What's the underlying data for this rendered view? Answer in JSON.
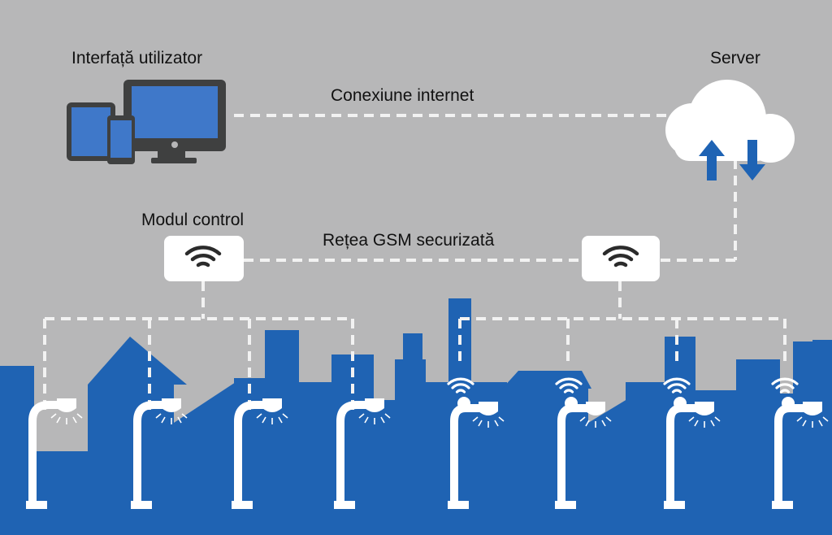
{
  "labels": {
    "user_interface": "Interfață utilizator",
    "server": "Server",
    "internet_connection": "Conexiune internet",
    "control_module": "Modul control",
    "gsm_network": "Rețea GSM securizată"
  },
  "colors": {
    "background": "#b7b7b8",
    "city_blue": "#1f63b3",
    "device_dark": "#3f4040",
    "screen_blue": "#3f78c9",
    "line_white": "#f2f2f2",
    "arrow_blue": "#1e63b4"
  },
  "icons": [
    "devices-icon",
    "cloud-icon",
    "wifi-icon",
    "street-lamp-icon"
  ]
}
